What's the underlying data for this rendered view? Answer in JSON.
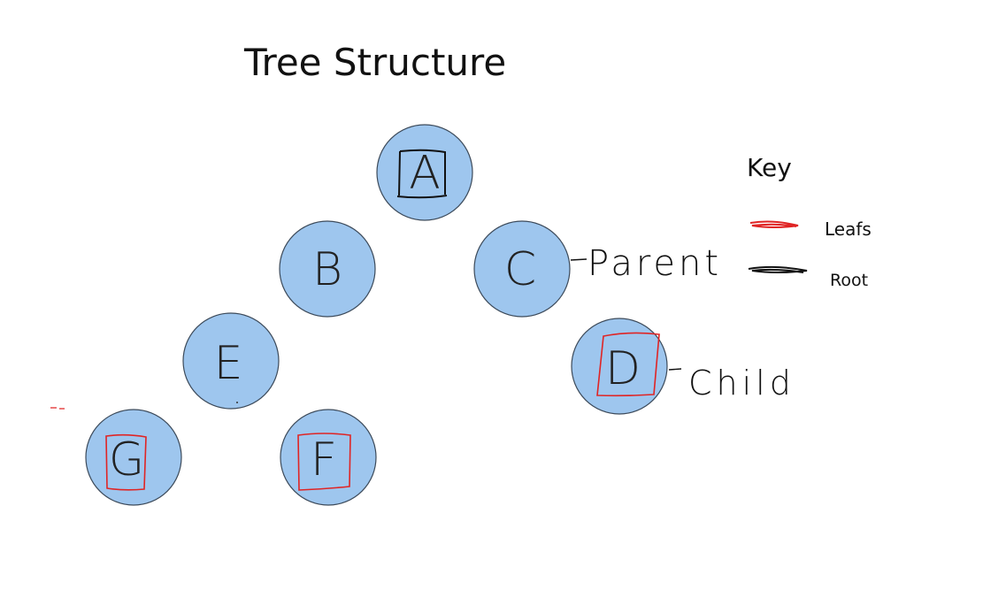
{
  "title": "Tree Structure",
  "nodes": {
    "a": "A",
    "b": "B",
    "c": "C",
    "d": "D",
    "e": "E",
    "f": "F",
    "g": "G"
  },
  "annotations": {
    "parent": "Parent",
    "child": "Child"
  },
  "key": {
    "heading": "Key",
    "leafs": "Leafs",
    "root": "Root"
  },
  "colors": {
    "node_fill": "#9ec6ee",
    "node_stroke": "#3c4a5a",
    "leaf_marker": "#e02424",
    "root_marker": "#111111"
  }
}
